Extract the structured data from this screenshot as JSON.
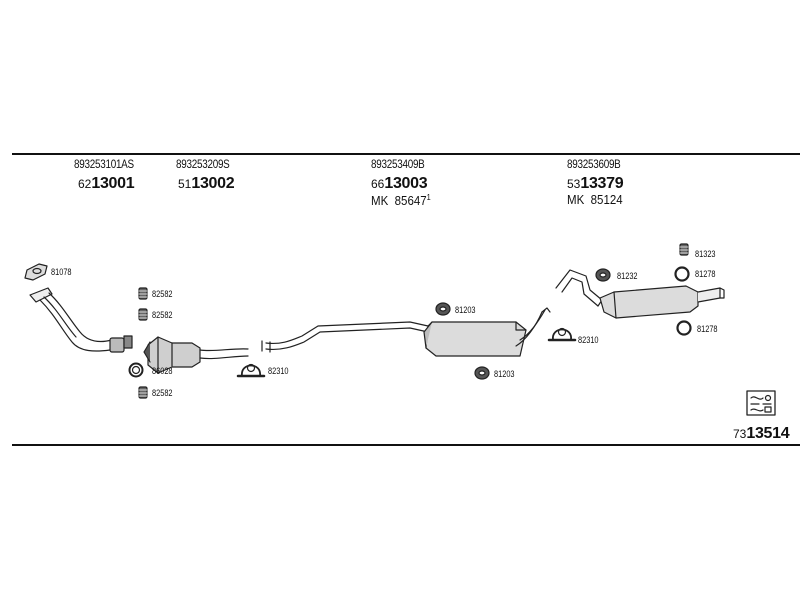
{
  "groups": [
    {
      "oem": "893253101AS",
      "prefix": "62",
      "number": "13001"
    },
    {
      "oem": "893253209S",
      "prefix": "51",
      "number": "13002"
    },
    {
      "oem": "893253409B",
      "prefix": "66",
      "number": "13003",
      "mk_label": "MK",
      "mk_number": "85647",
      "mk_sup": "1"
    },
    {
      "oem": "893253609B",
      "prefix": "53",
      "number": "13379",
      "mk_label": "MK",
      "mk_number": "85124"
    }
  ],
  "parts": {
    "p81078": "81078",
    "p82582a": "82582",
    "p82582b": "82582",
    "p86028": "86028",
    "p82582c": "82582",
    "p82310a": "82310",
    "p81203a": "81203",
    "p81203b": "81203",
    "p82310b": "82310",
    "p81232": "81232",
    "p81323": "81323",
    "p81278a": "81278",
    "p81278b": "81278"
  },
  "kit": {
    "prefix": "73",
    "number": "13514"
  }
}
